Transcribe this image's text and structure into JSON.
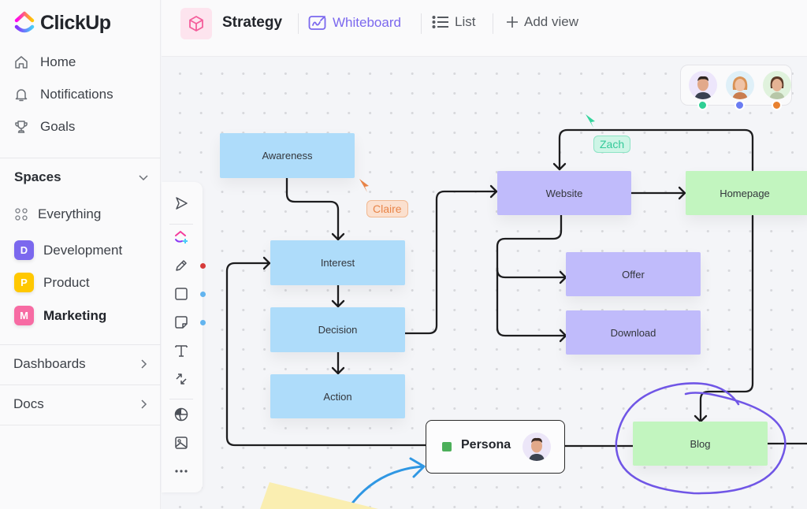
{
  "app": {
    "name": "ClickUp"
  },
  "sidebar": {
    "nav": [
      {
        "label": "Home",
        "icon": "home-icon"
      },
      {
        "label": "Notifications",
        "icon": "bell-icon"
      },
      {
        "label": "Goals",
        "icon": "trophy-icon"
      }
    ],
    "spaces_title": "Spaces",
    "spaces": [
      {
        "label": "Everything",
        "icon": "grid-icon"
      },
      {
        "label": "Development",
        "badge": "D",
        "color": "#7b68ee"
      },
      {
        "label": "Product",
        "badge": "P",
        "color": "#ffc800"
      },
      {
        "label": "Marketing",
        "badge": "M",
        "color": "#f76ba3",
        "active": true
      }
    ],
    "sections": [
      {
        "label": "Dashboards"
      },
      {
        "label": "Docs"
      }
    ]
  },
  "header": {
    "title": "Strategy",
    "tabs": [
      {
        "label": "Whiteboard",
        "icon": "whiteboard-icon",
        "active": true
      },
      {
        "label": "List",
        "icon": "list-icon"
      },
      {
        "label": "Add view",
        "icon": "plus-icon"
      }
    ],
    "accent": "#7b68ee"
  },
  "toolbar": {
    "tools": [
      "select",
      "clickup-add",
      "pen",
      "shape",
      "sticky-note",
      "text",
      "connector",
      "globe",
      "image",
      "more"
    ],
    "active_colors": {
      "pen": "#d63a3a",
      "shape": "#62b4ef",
      "sticky-note": "#62b4ef"
    }
  },
  "whiteboard": {
    "nodes": {
      "awareness": "Awareness",
      "interest": "Interest",
      "decision": "Decision",
      "action": "Action",
      "website": "Website",
      "homepage": "Homepage",
      "offer": "Offer",
      "download": "Download",
      "blog": "Blog",
      "persona": "Persona"
    },
    "cursors": [
      {
        "name": "Claire",
        "color": "#e88448"
      },
      {
        "name": "Zach",
        "color": "#33c999"
      }
    ],
    "collaborators": [
      {
        "name": "collaborator-1",
        "status_color": "#2fcf94"
      },
      {
        "name": "collaborator-2",
        "status_color": "#6a7cf2"
      },
      {
        "name": "collaborator-3",
        "status_color": "#e8812f"
      }
    ]
  }
}
